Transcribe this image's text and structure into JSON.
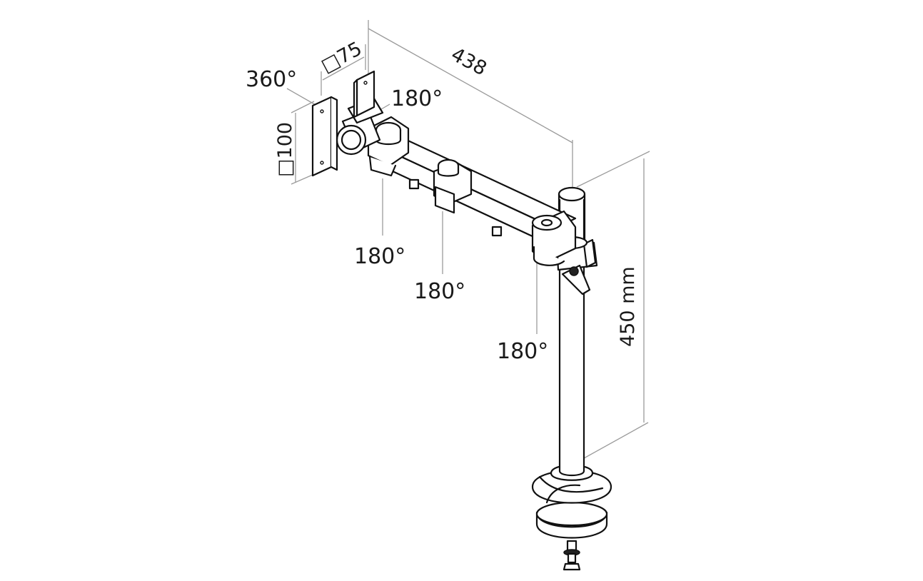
{
  "dimensions": {
    "arm_length": "438",
    "pole_height": "450 mm",
    "vesa_small": "□75",
    "vesa_large": "□100"
  },
  "rotations": {
    "plate": "360°",
    "head_tilt": "180°",
    "joint_1": "180°",
    "joint_2": "180°",
    "joint_3": "180°"
  }
}
